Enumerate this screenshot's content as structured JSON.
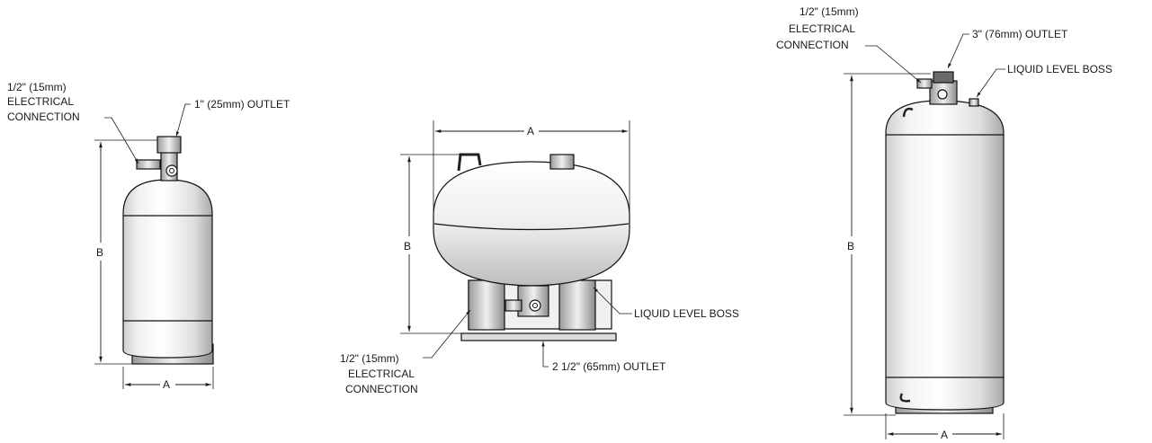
{
  "cylinder_small": {
    "electrical_connection": [
      "1/2\" (15mm)",
      "ELECTRICAL",
      "CONNECTION"
    ],
    "outlet": "1\" (25mm) OUTLET",
    "dim_a": "A",
    "dim_b": "B"
  },
  "sphere": {
    "liquid_level_boss": "LIQUID LEVEL BOSS",
    "electrical_connection": [
      "1/2\" (15mm)",
      "ELECTRICAL",
      "CONNECTION"
    ],
    "outlet": "2 1/2\" (65mm) OUTLET",
    "dim_a": "A",
    "dim_b": "B"
  },
  "cylinder_large": {
    "electrical_connection": [
      "1/2\" (15mm)",
      "ELECTRICAL",
      "CONNECTION"
    ],
    "outlet": "3\" (76mm) OUTLET",
    "liquid_level_boss": "LIQUID LEVEL BOSS",
    "dim_a": "A",
    "dim_b": "B"
  }
}
